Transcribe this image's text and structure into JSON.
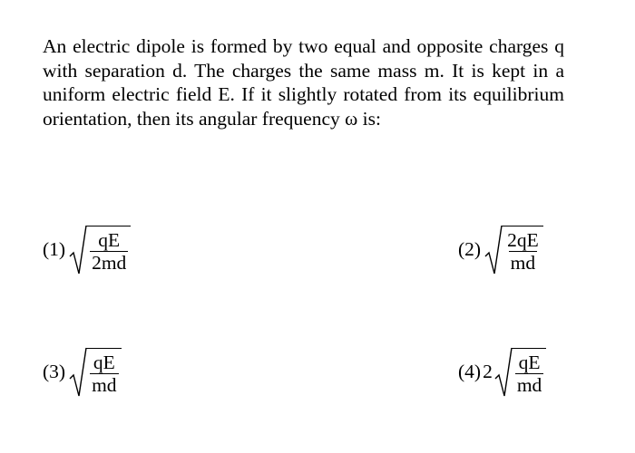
{
  "question": {
    "text": "An electric dipole is formed by two equal and opposite charges q with separation d. The charges the same mass m. It is kept in a uniform electric field E. If it slightly rotated from its equilibrium orientation, then its angular frequency ω is:"
  },
  "options": [
    {
      "label": "(1)",
      "coefficient": "",
      "numerator": "qE",
      "denominator": "2md"
    },
    {
      "label": "(2)",
      "coefficient": "",
      "numerator": "2qE",
      "denominator": "md"
    },
    {
      "label": "(3)",
      "coefficient": "",
      "numerator": "qE",
      "denominator": "md"
    },
    {
      "label": "(4)",
      "coefficient": "2",
      "numerator": "qE",
      "denominator": "md"
    }
  ]
}
